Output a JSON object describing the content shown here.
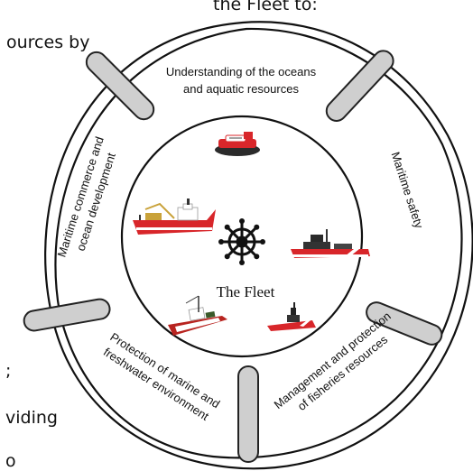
{
  "background_text": [
    "the Fleet to:",
    "ources by",
    ";",
    "viding",
    "o"
  ],
  "ring": {
    "center_label": "The Fleet",
    "segments": [
      {
        "lines": [
          "Understanding of the oceans",
          "and aquatic resources"
        ]
      },
      {
        "lines": [
          "Maritime safety"
        ]
      },
      {
        "lines": [
          "Management and protection",
          "of fisheries resources"
        ]
      },
      {
        "lines": [
          "Protection of marine and",
          "freshwater environment"
        ]
      },
      {
        "lines": [
          "Maritime commerce and",
          "ocean development"
        ]
      }
    ]
  },
  "icons": [
    "ship-wheel-icon",
    "hovercraft-icon",
    "icebreaker-icon",
    "patrol-ship-icon",
    "fishing-vessel-icon",
    "small-cutter-icon"
  ],
  "colors": {
    "ship_red": "#d8262a",
    "strap_gray": "#cfcfcf",
    "ring_stroke": "#111111"
  }
}
